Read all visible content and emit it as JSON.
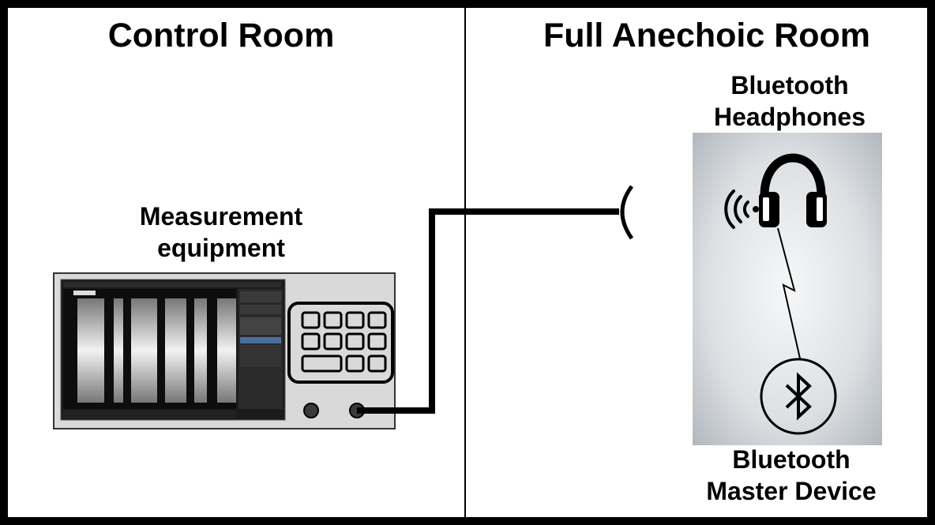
{
  "rooms": {
    "control": {
      "title": "Control Room"
    },
    "anechoic": {
      "title": "Full Anechoic Room"
    }
  },
  "equipment": {
    "label_line1": "Measurement",
    "label_line2": "equipment"
  },
  "headphones": {
    "label_line1": "Bluetooth",
    "label_line2": "Headphones",
    "icon": "headphones-icon"
  },
  "master": {
    "label_line1": "Bluetooth",
    "label_line2": "Master Device",
    "icon": "bluetooth-icon"
  },
  "colors": {
    "border": "#000000",
    "instrument_body": "#d9d9d9",
    "screen": "#1a1a1a",
    "chamber_edge": "#b9bec3",
    "chamber_center": "#f4f5f6"
  }
}
